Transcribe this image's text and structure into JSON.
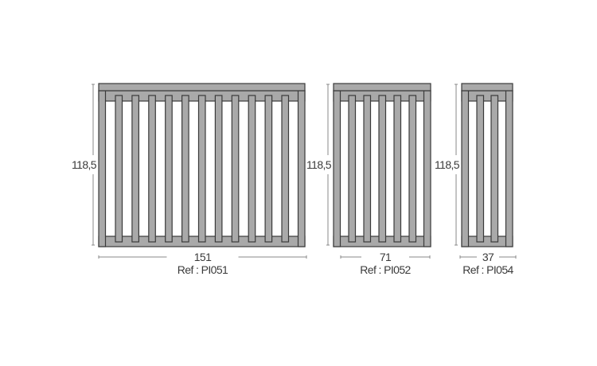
{
  "colors": {
    "fill": "#a9a9a9",
    "stroke": "#3a3a3a",
    "dimension": "#8a8a8a",
    "text": "#3a3a3a"
  },
  "products": [
    {
      "ref": "Ref : PI051",
      "width_label": "151",
      "height_label": "118,5",
      "slats": 11
    },
    {
      "ref": "Ref : PI052",
      "width_label": "71",
      "height_label": "118,5",
      "slats": 5
    },
    {
      "ref": "Ref : PI054",
      "width_label": "37",
      "height_label": "118,5",
      "slats": 2
    }
  ]
}
